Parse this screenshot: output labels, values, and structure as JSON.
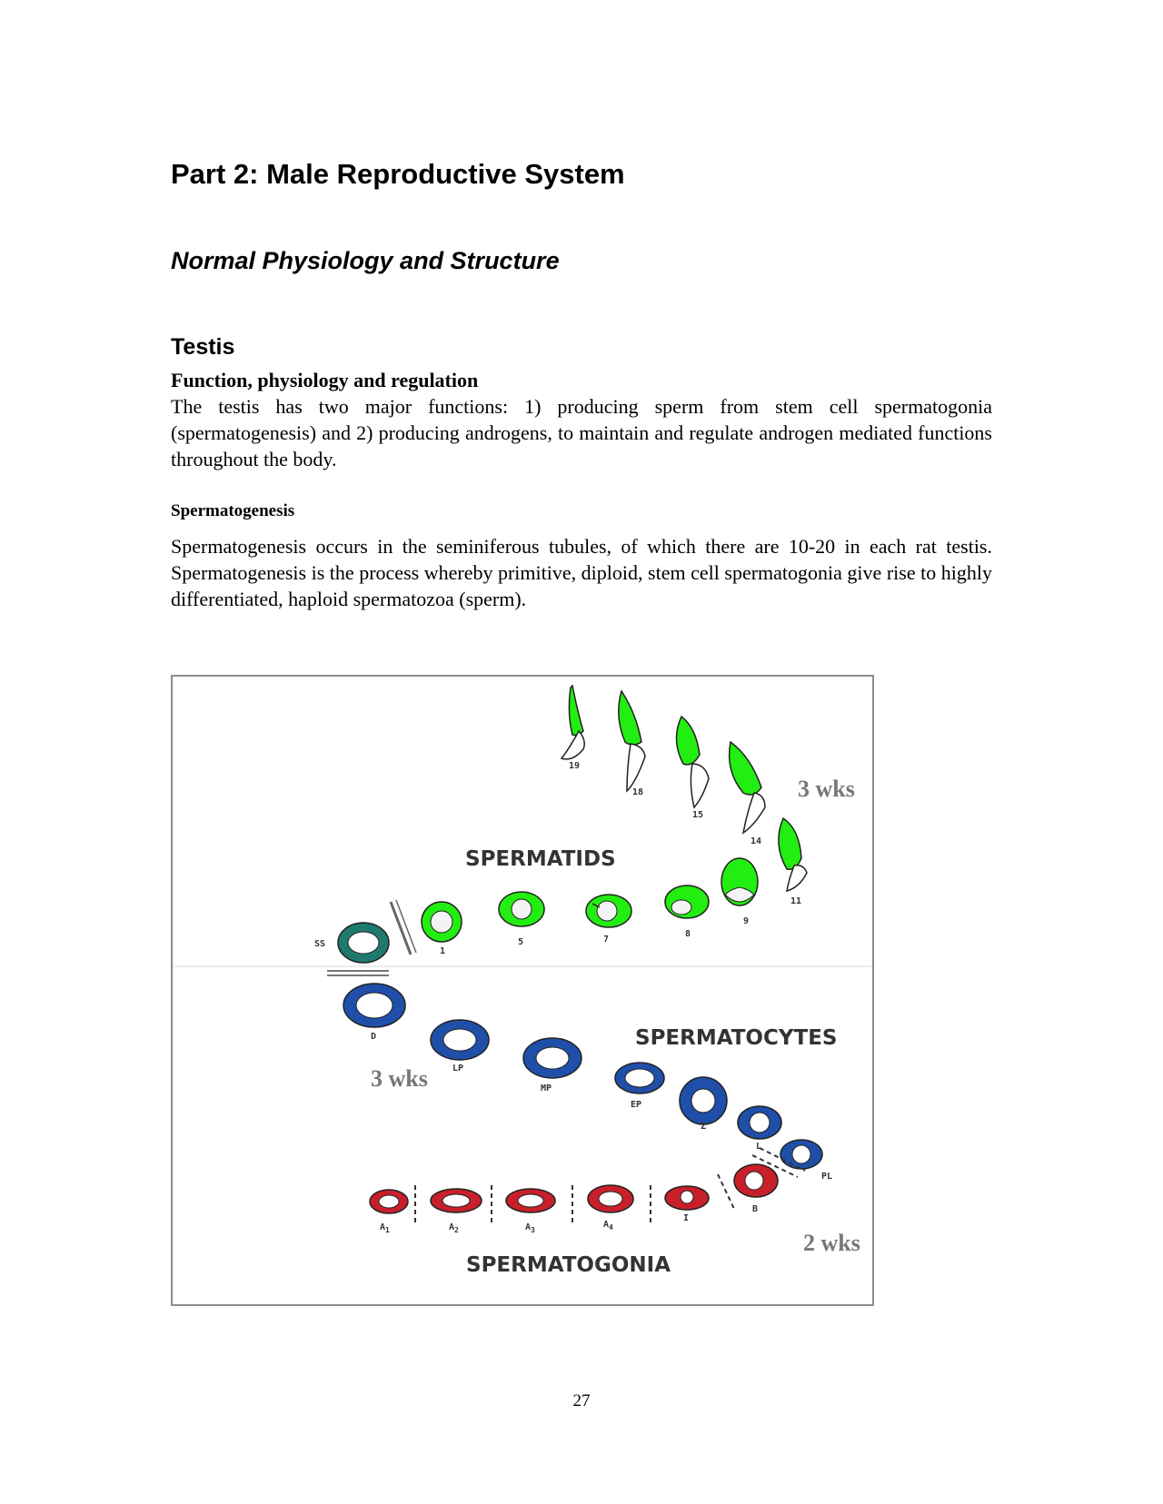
{
  "document": {
    "part_title": "Part 2: Male Reproductive System",
    "section_title": "Normal Physiology and Structure",
    "subsection_title": "Testis",
    "subheading": "Function, physiology and regulation",
    "paragraph_1": "The testis has two major functions: 1) producing sperm from stem cell spermatogonia (spermatogenesis) and 2) producing androgens, to maintain and regulate androgen mediated functions throughout the body.",
    "minor_heading": "Spermatogenesis",
    "paragraph_2": "Spermatogenesis occurs in the seminiferous tubules, of which there are 10-20 in each rat testis. Spermatogenesis is the process whereby primitive, diploid, stem cell spermatogonia give rise to highly differentiated, haploid spermatozoa (sperm).",
    "page_number": "27"
  },
  "figure": {
    "groups": {
      "spermatids": "SPERMATIDS",
      "spermatocytes": "SPERMATOCYTES",
      "spermatogonia": "SPERMATOGONIA"
    },
    "durations": {
      "spermatids": "3 wks",
      "spermatocytes": "3 wks",
      "spermatogonia": "2 wks"
    },
    "colors": {
      "spermatid": "#22ee11",
      "stem_cell": "#1f7a6e",
      "spermatocyte": "#1f4fa8",
      "spermatogonium": "#c8202a"
    },
    "spermatid_steps": [
      "19",
      "18",
      "15",
      "14",
      "11",
      "9",
      "8",
      "7",
      "5",
      "1"
    ],
    "stem_cell_label": "SS",
    "spermatocyte_stages": [
      "D",
      "LP",
      "MP",
      "EP",
      "Z",
      "L",
      "PL"
    ],
    "spermatogonia_stages": [
      {
        "base": "A",
        "sub": "1"
      },
      {
        "base": "A",
        "sub": "2"
      },
      {
        "base": "A",
        "sub": "3"
      },
      {
        "base": "A",
        "sub": "4"
      },
      {
        "base": "I",
        "sub": ""
      },
      {
        "base": "B",
        "sub": ""
      }
    ]
  }
}
